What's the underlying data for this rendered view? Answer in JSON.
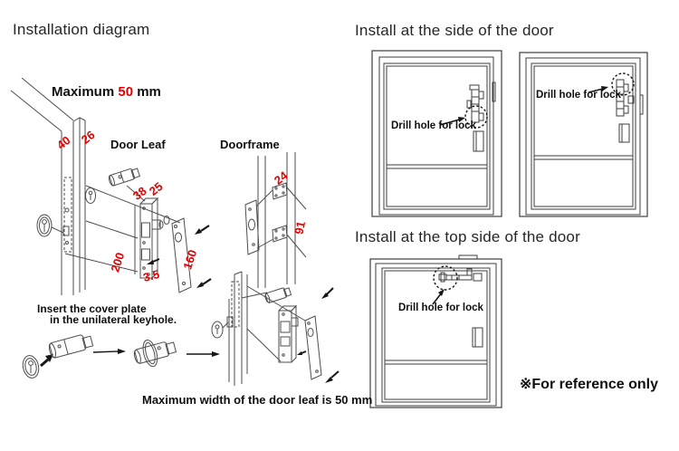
{
  "colors": {
    "accent_red": "#e60000",
    "line_gray": "#4d4d4d",
    "ink": "#111111"
  },
  "headings": {
    "installation": "Installation diagram",
    "side_install": "Install at the side of the door",
    "top_install": "Install at the top side of the door"
  },
  "left_diagram": {
    "max_width_callout": {
      "prefix": "Maximum",
      "value": "50",
      "unit": "mm"
    },
    "labels": {
      "door_leaf": "Door Leaf",
      "doorframe": "Doorframe"
    },
    "dimensions_mm": {
      "leaf_edge_width": "40",
      "leaf_edge_thickness": "26",
      "lock_body_width": "38",
      "lock_body_depth": "25",
      "lock_body_height": "200",
      "faceplate_offset": "3.5",
      "faceplate_height": "160",
      "strike_plate_width": "24",
      "strike_plate_spacing": "91"
    },
    "cover_plate_note": {
      "line1": "Insert the cover plate",
      "line2": "in the unilateral keyhole."
    },
    "max_width_note": "Maximum width of the door leaf is 50 mm"
  },
  "right_diagrams": {
    "side_doors": [
      {
        "drill_note": "Drill hole for lock"
      },
      {
        "drill_note": "Drill hole for lock"
      }
    ],
    "top_door": {
      "drill_note": "Drill hole for lock"
    },
    "reference_note": "※For reference only"
  }
}
